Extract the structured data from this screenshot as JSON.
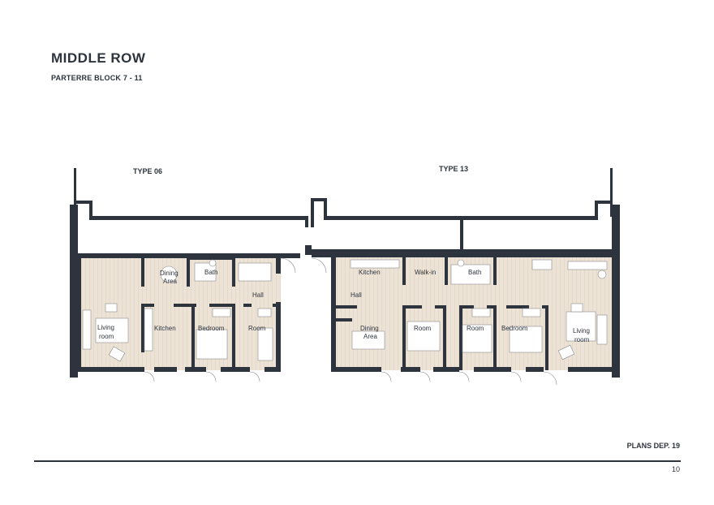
{
  "header": {
    "title": "MIDDLE ROW",
    "subtitle": "PARTERRE BLOCK 7 - 11"
  },
  "plan": {
    "type_left": "TYPE 06",
    "type_right": "TYPE 13",
    "rooms_left": {
      "living": [
        "Living",
        "room"
      ],
      "dining": [
        "Dining",
        "Area"
      ],
      "bath": "Bath",
      "hall": "Hall",
      "kitchen": "Kitchen",
      "bedroom": "Bedroom",
      "room": "Room"
    },
    "rooms_right": {
      "kitchen": "Kitchen",
      "walkin": "Walk-in",
      "bath": "Bath",
      "hall": "Hall",
      "dining": [
        "Dining",
        "Area"
      ],
      "room1": "Room",
      "room2": "Room",
      "bedroom": "Bedroom",
      "living": [
        "Living",
        "room"
      ]
    },
    "colors": {
      "wall": "#2e343d",
      "floor": "#e8ddd0",
      "furniture": "#ffffff"
    }
  },
  "footer": {
    "label": "PLANS DEP. 19",
    "page_number": "10"
  }
}
